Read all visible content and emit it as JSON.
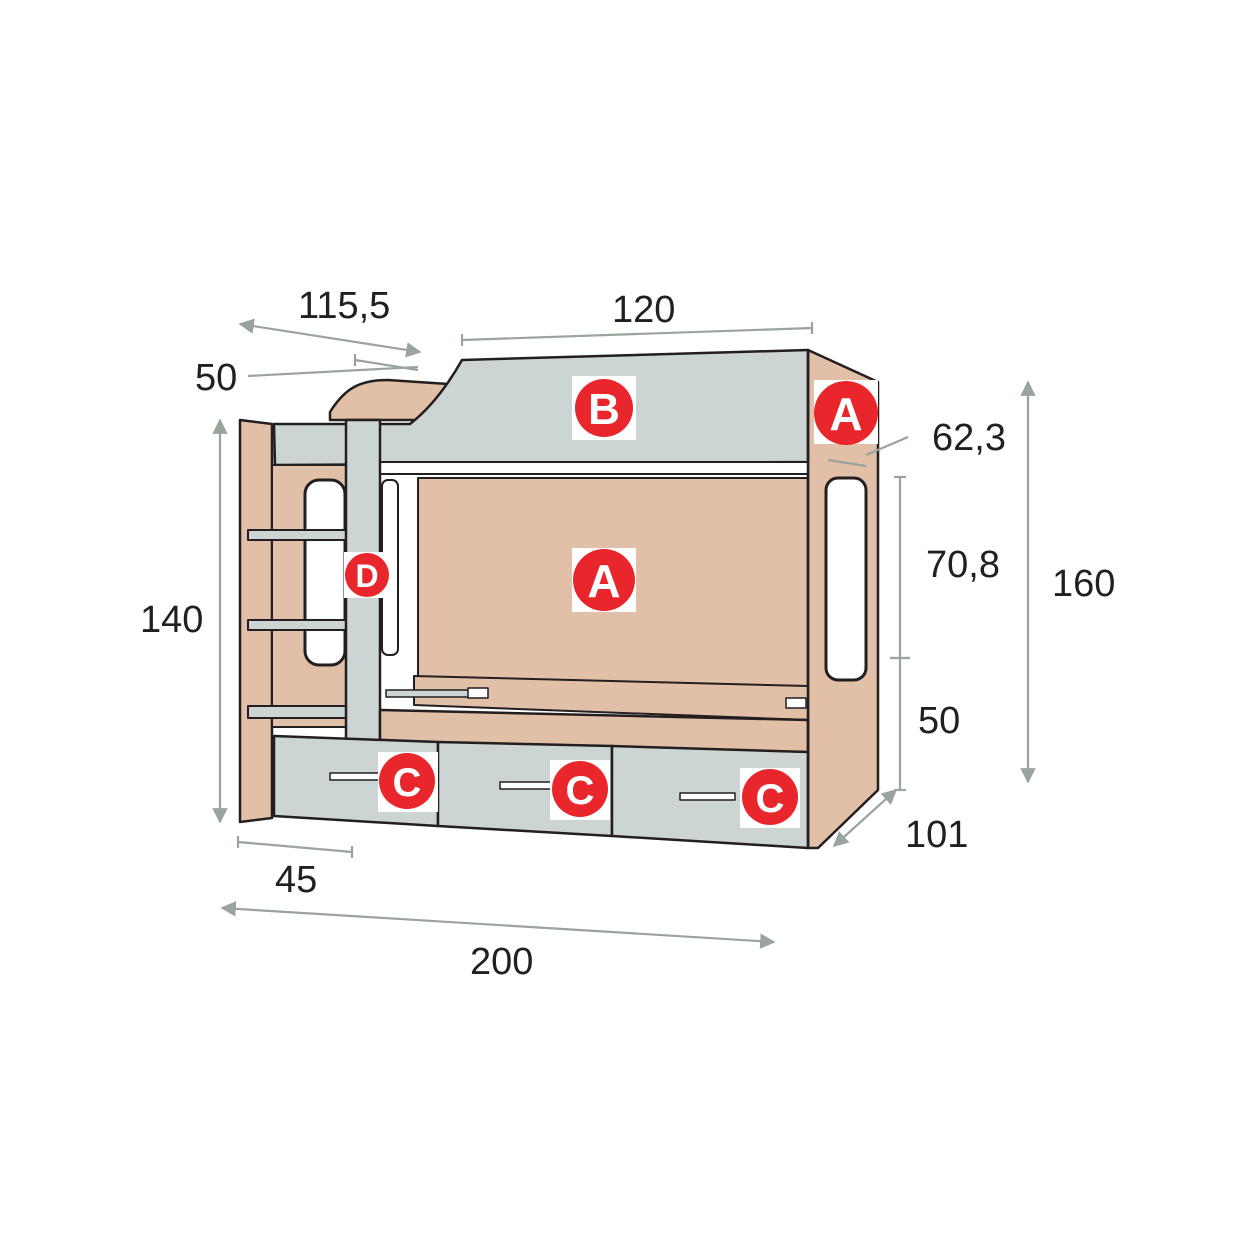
{
  "colors": {
    "wood": "#e2bfa7",
    "panel_grey": "#cdd5d4",
    "outline": "#231f20",
    "dimension_line": "#98a49c",
    "badge_red": "#e8262c",
    "badge_text": "#ffffff"
  },
  "dimensions": {
    "d_115_5": "115,5",
    "d_120": "120",
    "d_50_top": "50",
    "d_62_3": "62,3",
    "d_70_8": "70,8",
    "d_160": "160",
    "d_140": "140",
    "d_50_side": "50",
    "d_101": "101",
    "d_45": "45",
    "d_200": "200"
  },
  "badges": {
    "b_top": "B",
    "a_side": "A",
    "a_back": "A",
    "d_ladder": "D",
    "c_drawer_1": "C",
    "c_drawer_2": "C",
    "c_drawer_3": "C"
  }
}
